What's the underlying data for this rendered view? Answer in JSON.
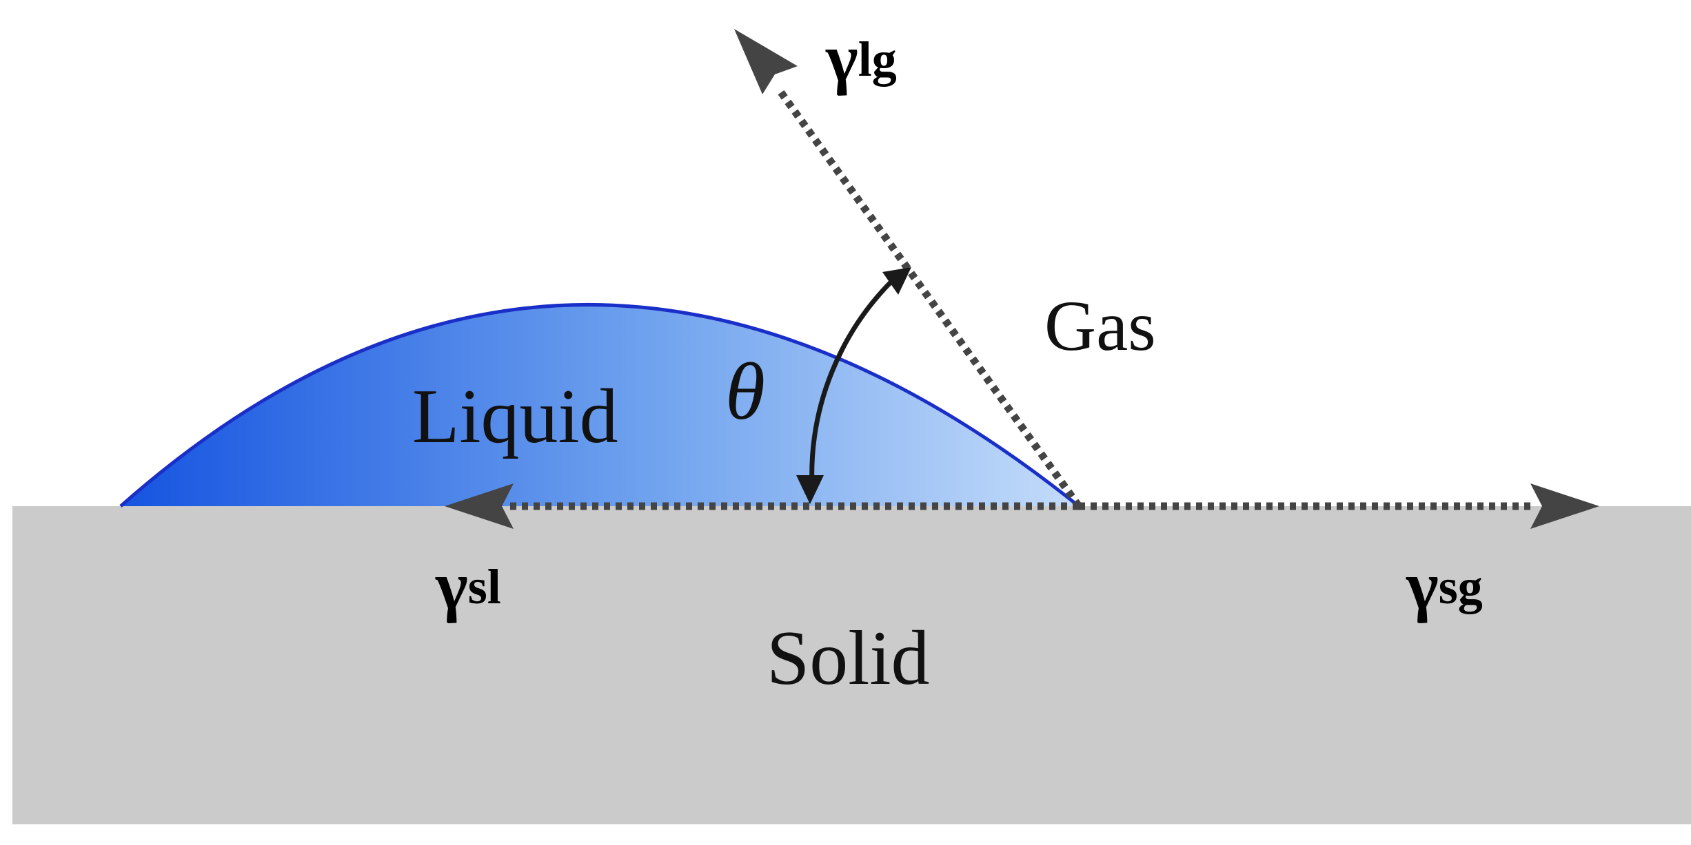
{
  "diagram": {
    "labels": {
      "gas": "Gas",
      "liquid": "Liquid",
      "solid": "Solid",
      "theta": "θ"
    },
    "tensions": {
      "liquid_gas": {
        "symbol": "γ",
        "subscript": "lg"
      },
      "solid_liquid": {
        "symbol": "γ",
        "subscript": "sl"
      },
      "solid_gas": {
        "symbol": "γ",
        "subscript": "sg"
      }
    },
    "colors": {
      "solid": "#cbcbcb",
      "droplet_dark": "#1554e0",
      "droplet_light": "#c4dcfa",
      "droplet_edge": "#1a2fc8",
      "arrow": "#444444",
      "text": "#111111"
    }
  }
}
